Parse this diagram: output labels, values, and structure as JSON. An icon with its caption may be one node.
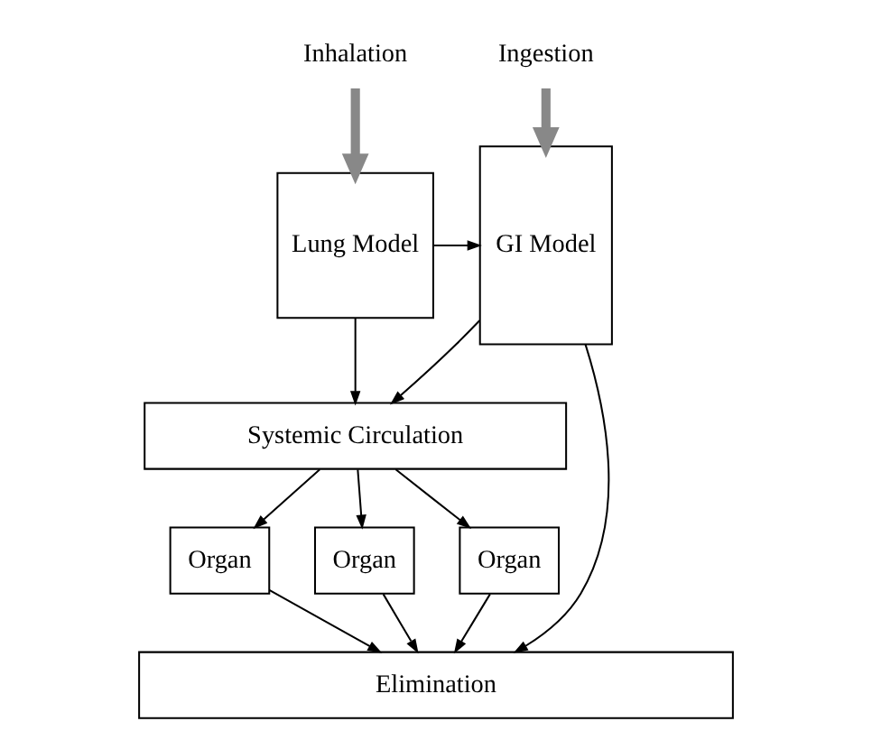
{
  "diagram": {
    "nodes": [
      {
        "text": [
          "Inhalation"
        ]
      },
      {
        "text": [
          "Ingestion"
        ]
      },
      {
        "text": [
          "Lung Model"
        ]
      },
      {
        "text": [
          "GI Model"
        ]
      },
      {
        "text": [
          "Systemic Circulation"
        ]
      },
      {
        "text": [
          "Organ"
        ]
      },
      {
        "text": [
          "Organ"
        ]
      },
      {
        "text": [
          "Organ"
        ]
      },
      {
        "text": [
          "Elimination"
        ]
      }
    ],
    "edges": [
      {
        "from": 0,
        "to": 2,
        "arrow": "to",
        "style": "thick",
        "color": "#888888"
      },
      {
        "from": 1,
        "to": 3,
        "arrow": "to",
        "style": "thick",
        "color": "#888888"
      },
      {
        "from": 2,
        "to": 3,
        "arrow": "to"
      },
      {
        "from": 2,
        "to": 4,
        "arrow": "to"
      },
      {
        "from": 3,
        "to": 4,
        "arrow": "to"
      },
      {
        "from": 4,
        "to": 5,
        "arrow": "to"
      },
      {
        "from": 4,
        "to": 6,
        "arrow": "to"
      },
      {
        "from": 4,
        "to": 7,
        "arrow": "to"
      },
      {
        "from": 5,
        "to": 8,
        "arrow": "to"
      },
      {
        "from": 6,
        "to": 8,
        "arrow": "to"
      },
      {
        "from": 7,
        "to": 8,
        "arrow": "to"
      },
      {
        "from": 3,
        "to": 8,
        "arrow": "to"
      }
    ]
  }
}
